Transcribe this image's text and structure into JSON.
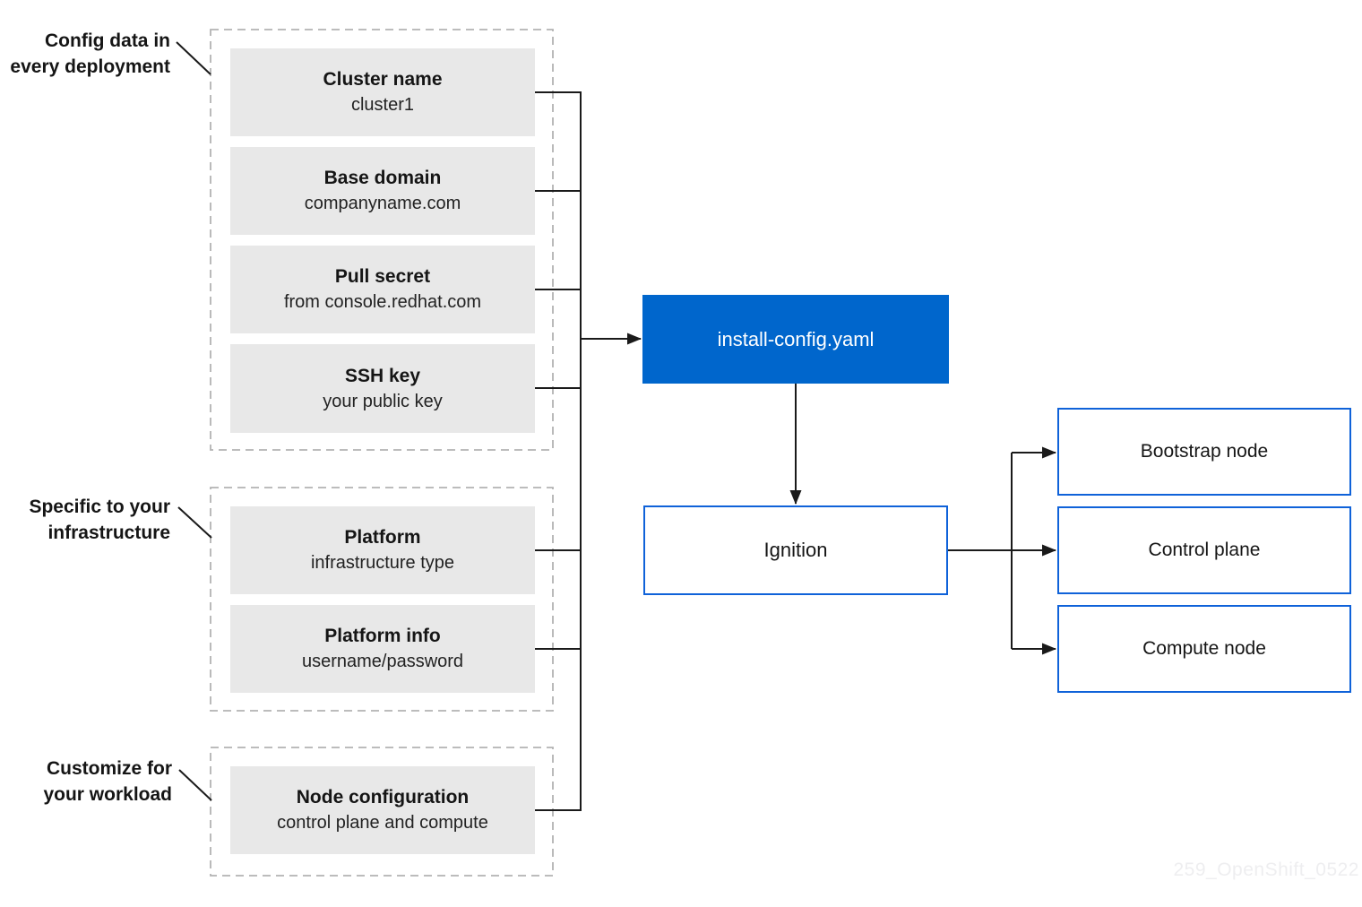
{
  "diagram": {
    "annotations": [
      {
        "line1": "Config data in",
        "line2": "every deployment"
      },
      {
        "line1": "Specific to your",
        "line2": "infrastructure"
      },
      {
        "line1": "Customize for",
        "line2": "your workload"
      }
    ],
    "groups": [
      {
        "name": "config-data-in-every-deployment",
        "boxes": [
          {
            "title": "Cluster name",
            "subtitle": "cluster1"
          },
          {
            "title": "Base domain",
            "subtitle": "companyname.com"
          },
          {
            "title": "Pull secret",
            "subtitle": "from console.redhat.com"
          },
          {
            "title": "SSH key",
            "subtitle": "your public key"
          }
        ]
      },
      {
        "name": "specific-to-your-infrastructure",
        "boxes": [
          {
            "title": "Platform",
            "subtitle": "infrastructure type"
          },
          {
            "title": "Platform info",
            "subtitle": "username/password"
          }
        ]
      },
      {
        "name": "customize-for-your-workload",
        "boxes": [
          {
            "title": "Node configuration",
            "subtitle": "control plane and compute"
          }
        ]
      }
    ],
    "nodes": {
      "install_config": "install-config.yaml",
      "ignition": "Ignition",
      "bootstrap": "Bootstrap node",
      "control_plane": "Control plane",
      "compute": "Compute node"
    },
    "watermark": "259_OpenShift_0522",
    "colors": {
      "blue_fill": "#0066cc",
      "blue_border": "#0f62d9",
      "gray_box": "#e8e8e8",
      "line": "#1a1a1a",
      "dash_border": "#b3b3b3",
      "text": "#151515",
      "watermark": "#eeeef0"
    }
  }
}
